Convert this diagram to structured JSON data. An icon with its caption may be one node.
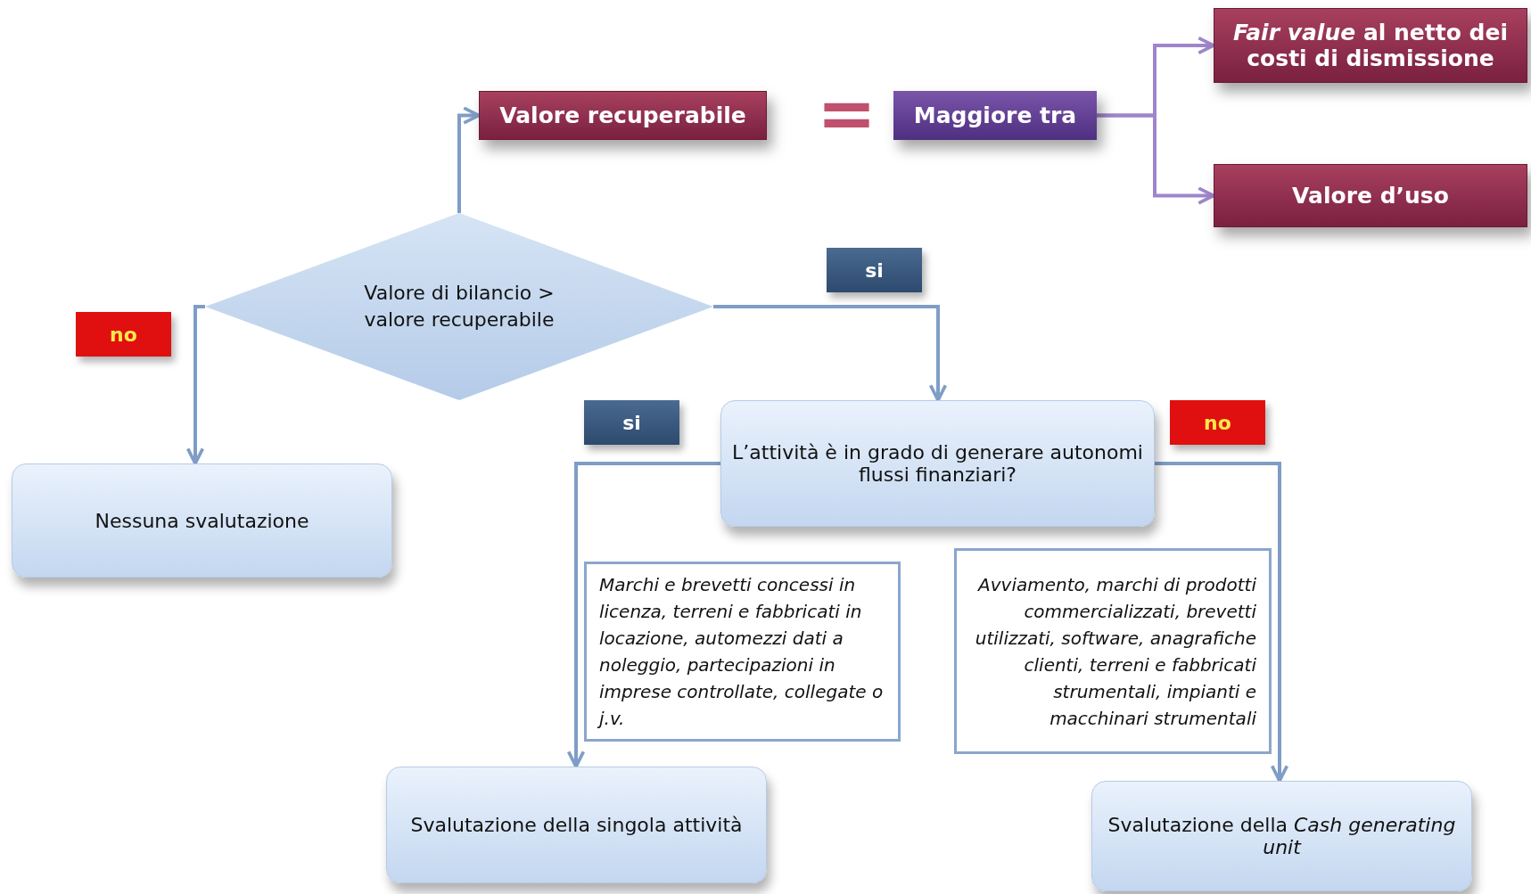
{
  "diagram": {
    "nodes": [
      {
        "text": [
          "Valore recuperabile"
        ]
      },
      {
        "text": [
          "Maggiore tra"
        ]
      },
      {
        "text": [
          "*Fair value* al netto dei costi di dismissione"
        ]
      },
      {
        "text": [
          "Valore d’uso"
        ]
      },
      {
        "text": [
          "Valore di bilancio > valore recuperabile"
        ]
      },
      {
        "text": [
          "Nessuna svalutazione"
        ]
      },
      {
        "text": [
          "L’attività è in grado di generare autonomi flussi finanziari?"
        ]
      },
      {
        "text": [
          "Marchi e brevetti concessi in licenza, terreni e fabbricati in locazione, automezzi dati a noleggio, partecipazioni in imprese controllate, collegate o j.v."
        ]
      },
      {
        "text": [
          "Avviamento, marchi di prodotti commercializzati, brevetti utilizzati, software, anagrafiche clienti, terreni e fabbricati strumentali, impianti e macchinari strumentali"
        ]
      },
      {
        "text": [
          "Svalutazione della singola attività"
        ]
      },
      {
        "text": [
          "Svalutazione della *Cash generating unit*"
        ]
      }
    ],
    "edges": [
      {
        "from": 4,
        "to": 0,
        "arrow": "to"
      },
      {
        "from": 1,
        "to": 2,
        "arrow": "to",
        "color": "#9d86c9"
      },
      {
        "from": 1,
        "to": 3,
        "arrow": "to",
        "color": "#9d86c9"
      },
      {
        "from": 4,
        "to": 5,
        "arrow": "to",
        "label": "no"
      },
      {
        "from": 4,
        "to": 6,
        "arrow": "to",
        "label": "si"
      },
      {
        "from": 6,
        "to": 9,
        "arrow": "to",
        "label": "si"
      },
      {
        "from": 6,
        "to": 10,
        "arrow": "to",
        "label": "no"
      }
    ],
    "labels": [
      "="
    ]
  }
}
